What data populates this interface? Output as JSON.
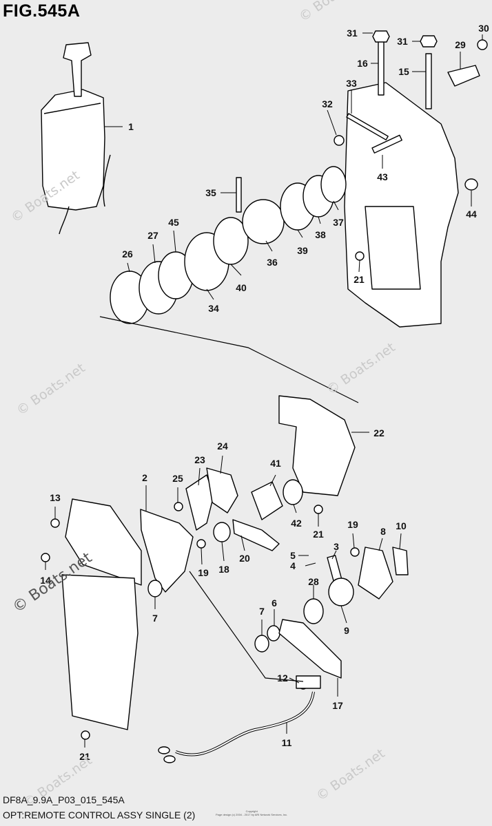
{
  "figure": {
    "title": "FIG.545A"
  },
  "callouts": [
    "1",
    "2",
    "3",
    "4",
    "5",
    "6",
    "7",
    "7",
    "8",
    "9",
    "10",
    "11",
    "12",
    "13",
    "14",
    "15",
    "16",
    "17",
    "18",
    "19",
    "19",
    "20",
    "21",
    "21",
    "21",
    "22",
    "23",
    "24",
    "25",
    "26",
    "27",
    "28",
    "29",
    "30",
    "31",
    "31",
    "32",
    "33",
    "34",
    "35",
    "36",
    "37",
    "38",
    "39",
    "40",
    "41",
    "42",
    "43",
    "44",
    "45"
  ],
  "watermark": {
    "text": "© Boats.net"
  },
  "footer": {
    "code": "DF8A_9.9A_P03_015_545A",
    "description": "OPT:REMOTE CONTROL ASSY SINGLE (2)",
    "copyright_line1": "Copyright",
    "copyright_line2": "Page design (c) 2004 - 2017 by ARI Network Services, Inc."
  }
}
